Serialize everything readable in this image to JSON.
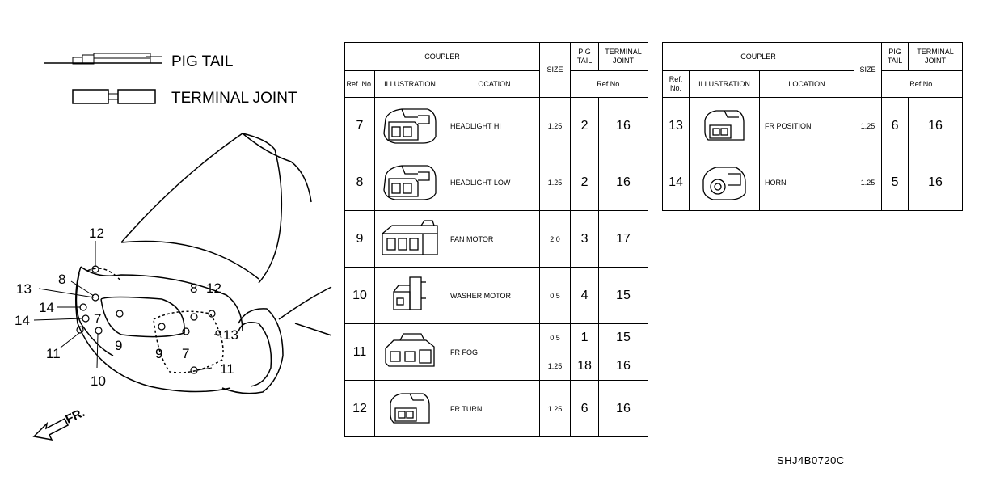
{
  "legend": {
    "pigtail_label": "PIG TAIL",
    "terminal_joint_label": "TERMINAL JOINT"
  },
  "diagram": {
    "front_label": "FR.",
    "callouts": [
      "12",
      "8",
      "13",
      "14",
      "14",
      "11",
      "10",
      "7",
      "9",
      "9",
      "7",
      "8",
      "12",
      "13",
      "11"
    ]
  },
  "headers": {
    "coupler": "COUPLER",
    "ref_no": "Ref. No.",
    "illustration": "ILLUSTRATION",
    "location": "LOCATION",
    "size": "SIZE",
    "pig_tail": "PIG TAIL",
    "terminal_joint": "TERMINAL JOINT",
    "ref_no_sub": "Ref.No."
  },
  "table_left": [
    {
      "ref": "7",
      "icon": "connector-2pin",
      "location": "HEADLIGHT HI",
      "size": "1.25",
      "pig_tail": "2",
      "terminal_joint": "16"
    },
    {
      "ref": "8",
      "icon": "connector-2pin",
      "location": "HEADLIGHT LOW",
      "size": "1.25",
      "pig_tail": "2",
      "terminal_joint": "16"
    },
    {
      "ref": "9",
      "icon": "connector-3pin",
      "location": "FAN MOTOR",
      "size": "2.0",
      "pig_tail": "3",
      "terminal_joint": "17"
    },
    {
      "ref": "10",
      "icon": "connector-angled",
      "location": "WASHER MOTOR",
      "size": "0.5",
      "pig_tail": "4",
      "terminal_joint": "15"
    },
    {
      "ref": "11",
      "icon": "connector-4pin",
      "location": "FR FOG",
      "sub": [
        {
          "size": "0.5",
          "pig_tail": "1",
          "terminal_joint": "15"
        },
        {
          "size": "1.25",
          "pig_tail": "18",
          "terminal_joint": "16"
        }
      ]
    },
    {
      "ref": "12",
      "icon": "connector-small",
      "location": "FR TURN",
      "size": "1.25",
      "pig_tail": "6",
      "terminal_joint": "16"
    }
  ],
  "table_right": [
    {
      "ref": "13",
      "icon": "connector-small",
      "location": "FR POSITION",
      "size": "1.25",
      "pig_tail": "6",
      "terminal_joint": "16"
    },
    {
      "ref": "14",
      "icon": "connector-round",
      "location": "HORN",
      "size": "1.25",
      "pig_tail": "5",
      "terminal_joint": "16"
    }
  ],
  "diagram_code": "SHJ4B0720C"
}
